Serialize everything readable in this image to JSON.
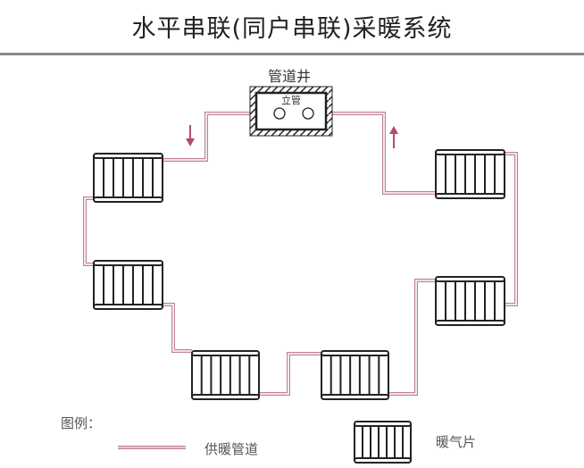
{
  "title": "水平串联(同户串联)采暖系统",
  "shaft_label": "管道井",
  "riser_label": "立管",
  "legend": {
    "heading": "图例：",
    "pipe_label": "供暖管道",
    "radiator_label": "暖气片"
  },
  "colors": {
    "pipe": "#c0809a",
    "arrow": "#b04a70",
    "ink": "#222222"
  }
}
